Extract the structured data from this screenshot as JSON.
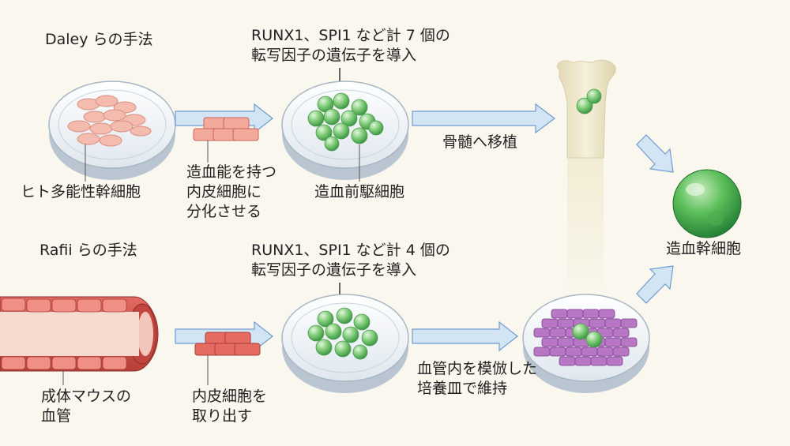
{
  "top_row": {
    "method_title": "Daley らの手法",
    "factors_text": "RUNX1、SPI1 など計 7 個の\n転写因子の遺伝子を導入",
    "source_label": "ヒト多能性幹細胞",
    "intermediate_label": "造血能を持つ\n内皮細胞に\n分化させる",
    "progenitor_label": "造血前駆細胞",
    "transplant_label": "骨髄へ移植"
  },
  "bottom_row": {
    "method_title": "Rafii らの手法",
    "factors_text": "RUNX1、SPI1 など計 4 個の\n転写因子の遺伝子を導入",
    "source_label": "成体マウスの\n血管",
    "intermediate_label": "内皮細胞を\n取り出す",
    "culture_label": "血管内を模倣した\n培養皿で維持"
  },
  "result_label": "造血幹細胞",
  "colors": {
    "arrow_fill": "#d3e4f5",
    "arrow_stroke": "#6f9cd0",
    "green_cell": "#6cc46c",
    "pink_cell": "#f2b3a6",
    "purple_cell": "#b777c4",
    "vessel_red": "#d9534f",
    "bone": "#efe8cf"
  }
}
